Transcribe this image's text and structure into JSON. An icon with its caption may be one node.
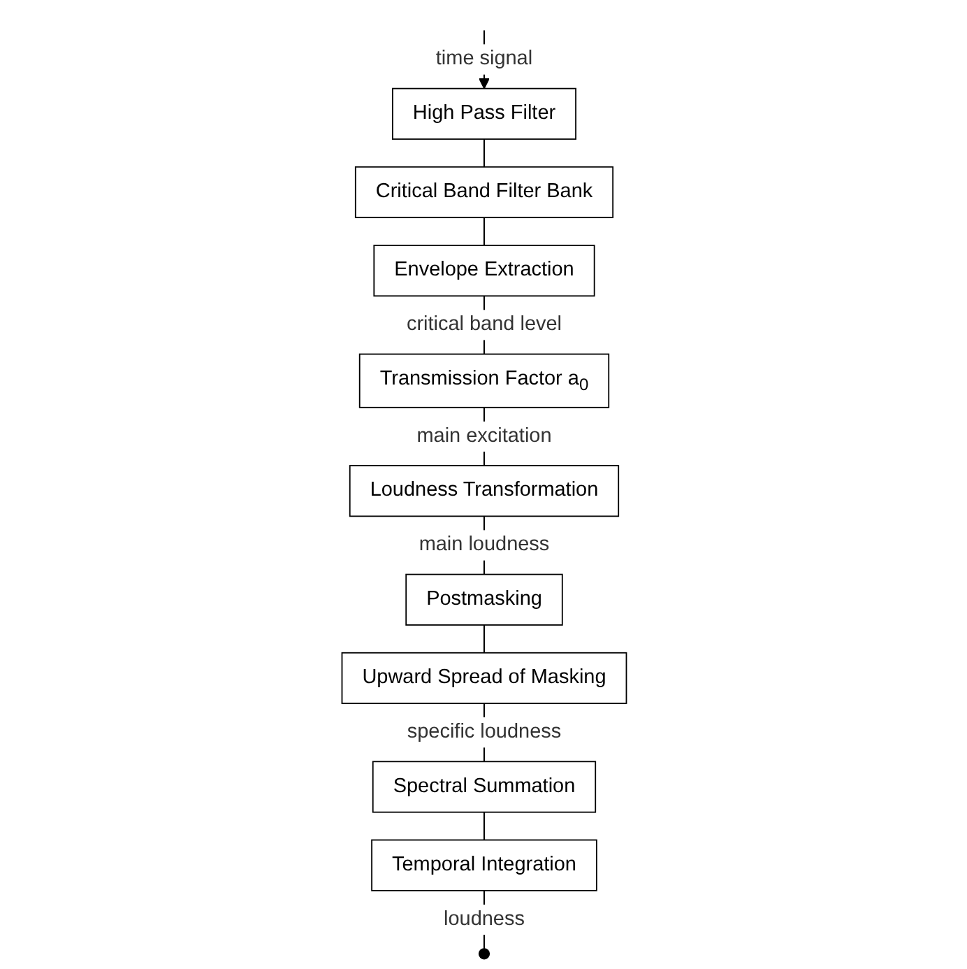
{
  "diagram": {
    "nodes": [
      {
        "text": [
          "High Pass Filter"
        ]
      },
      {
        "text": [
          "Critical Band Filter Bank"
        ]
      },
      {
        "text": [
          "Envelope Extraction"
        ]
      },
      {
        "text": [
          "Transmission Factor a$_{0}$"
        ]
      },
      {
        "text": [
          "Loudness Transformation"
        ]
      },
      {
        "text": [
          "Postmasking"
        ]
      },
      {
        "text": [
          "Upward Spread of Masking"
        ]
      },
      {
        "text": [
          "Spectral Summation"
        ]
      },
      {
        "text": [
          "Temporal Integration"
        ]
      },
      {
        "text": [],
        "shape": "circle"
      }
    ],
    "edges": [
      {
        "from": null,
        "to": 0,
        "arrow": "to",
        "label": "time signal"
      },
      {
        "from": 0,
        "to": 1,
        "arrow": "none"
      },
      {
        "from": 1,
        "to": 2,
        "arrow": "none"
      },
      {
        "from": 2,
        "to": 3,
        "arrow": "none",
        "label": "critical band level"
      },
      {
        "from": 3,
        "to": 4,
        "arrow": "none",
        "label": "main excitation"
      },
      {
        "from": 4,
        "to": 5,
        "arrow": "none",
        "label": "main loudness"
      },
      {
        "from": 5,
        "to": 6,
        "arrow": "none"
      },
      {
        "from": 6,
        "to": 7,
        "arrow": "none",
        "label": "specific loudness"
      },
      {
        "from": 7,
        "to": 8,
        "arrow": "none"
      },
      {
        "from": 8,
        "to": 9,
        "arrow": "none",
        "label": "loudness"
      }
    ]
  }
}
